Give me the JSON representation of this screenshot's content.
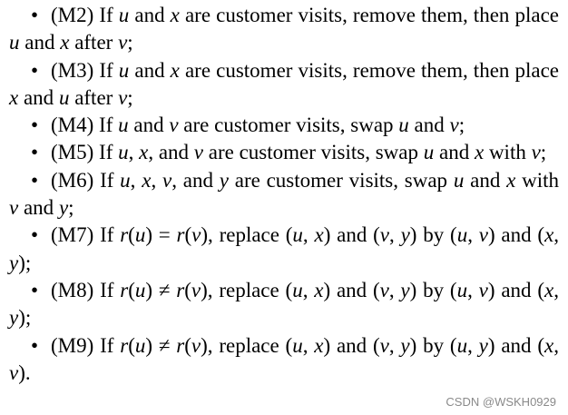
{
  "items": [
    {
      "tag": "(M2)",
      "parts": [
        {
          "t": " If "
        },
        {
          "m": "u"
        },
        {
          "t": " and "
        },
        {
          "m": "x"
        },
        {
          "t": " are customer visits, remove them, then place "
        },
        {
          "m": "u"
        },
        {
          "t": " and "
        },
        {
          "m": "x"
        },
        {
          "t": " after "
        },
        {
          "m": "v"
        },
        {
          "t": ";"
        }
      ]
    },
    {
      "tag": "(M3)",
      "parts": [
        {
          "t": " If "
        },
        {
          "m": "u"
        },
        {
          "t": " and "
        },
        {
          "m": "x"
        },
        {
          "t": " are customer visits, remove them, then place "
        },
        {
          "m": "x"
        },
        {
          "t": " and "
        },
        {
          "m": "u"
        },
        {
          "t": " after "
        },
        {
          "m": "v"
        },
        {
          "t": ";"
        }
      ]
    },
    {
      "tag": "(M4)",
      "parts": [
        {
          "t": " If "
        },
        {
          "m": "u"
        },
        {
          "t": " and "
        },
        {
          "m": "v"
        },
        {
          "t": " are customer visits, swap "
        },
        {
          "m": "u"
        },
        {
          "t": " and "
        },
        {
          "m": "v"
        },
        {
          "t": ";"
        }
      ]
    },
    {
      "tag": "(M5)",
      "parts": [
        {
          "t": " If "
        },
        {
          "m": "u"
        },
        {
          "t": ", "
        },
        {
          "m": "x"
        },
        {
          "t": ", and "
        },
        {
          "m": "v"
        },
        {
          "t": " are customer visits, swap "
        },
        {
          "m": "u"
        },
        {
          "t": " and "
        },
        {
          "m": "x"
        },
        {
          "t": " with "
        },
        {
          "m": "v"
        },
        {
          "t": ";"
        }
      ]
    },
    {
      "tag": "(M6)",
      "parts": [
        {
          "t": " If "
        },
        {
          "m": "u"
        },
        {
          "t": ", "
        },
        {
          "m": "x"
        },
        {
          "t": ", "
        },
        {
          "m": "v"
        },
        {
          "t": ", and "
        },
        {
          "m": "y"
        },
        {
          "t": " are customer visits, swap "
        },
        {
          "m": "u"
        },
        {
          "t": " and "
        },
        {
          "m": "x"
        },
        {
          "t": " with "
        },
        {
          "m": "v"
        },
        {
          "t": " and "
        },
        {
          "m": "y"
        },
        {
          "t": ";"
        }
      ]
    },
    {
      "tag": "(M7)",
      "parts": [
        {
          "t": " If "
        },
        {
          "m": "r"
        },
        {
          "t": "("
        },
        {
          "m": "u"
        },
        {
          "t": ") = "
        },
        {
          "m": "r"
        },
        {
          "t": "("
        },
        {
          "m": "v"
        },
        {
          "t": ")"
        },
        {
          "t": ", replace ("
        },
        {
          "m": "u"
        },
        {
          "t": ", "
        },
        {
          "m": "x"
        },
        {
          "t": ") and ("
        },
        {
          "m": "v"
        },
        {
          "t": ", "
        },
        {
          "m": "y"
        },
        {
          "t": ") by ("
        },
        {
          "m": "u"
        },
        {
          "t": ", "
        },
        {
          "m": "v"
        },
        {
          "t": ") and ("
        },
        {
          "m": "x"
        },
        {
          "t": ", "
        },
        {
          "m": "y"
        },
        {
          "t": ");"
        }
      ]
    },
    {
      "tag": "(M8)",
      "parts": [
        {
          "t": " If "
        },
        {
          "m": "r"
        },
        {
          "t": "("
        },
        {
          "m": "u"
        },
        {
          "t": ") ≠ "
        },
        {
          "m": "r"
        },
        {
          "t": "("
        },
        {
          "m": "v"
        },
        {
          "t": ")"
        },
        {
          "t": ", replace ("
        },
        {
          "m": "u"
        },
        {
          "t": ", "
        },
        {
          "m": "x"
        },
        {
          "t": ") and ("
        },
        {
          "m": "v"
        },
        {
          "t": ", "
        },
        {
          "m": "y"
        },
        {
          "t": ") by ("
        },
        {
          "m": "u"
        },
        {
          "t": ", "
        },
        {
          "m": "v"
        },
        {
          "t": ") and ("
        },
        {
          "m": "x"
        },
        {
          "t": ", "
        },
        {
          "m": "y"
        },
        {
          "t": ");"
        }
      ]
    },
    {
      "tag": "(M9)",
      "parts": [
        {
          "t": " If "
        },
        {
          "m": "r"
        },
        {
          "t": "("
        },
        {
          "m": "u"
        },
        {
          "t": ") ≠ "
        },
        {
          "m": "r"
        },
        {
          "t": "("
        },
        {
          "m": "v"
        },
        {
          "t": ")"
        },
        {
          "t": ", replace ("
        },
        {
          "m": "u"
        },
        {
          "t": ", "
        },
        {
          "m": "x"
        },
        {
          "t": ") and ("
        },
        {
          "m": "v"
        },
        {
          "t": ", "
        },
        {
          "m": "y"
        },
        {
          "t": ") by ("
        },
        {
          "m": "u"
        },
        {
          "t": ", "
        },
        {
          "m": "y"
        },
        {
          "t": ") and ("
        },
        {
          "m": "x"
        },
        {
          "t": ", "
        },
        {
          "m": "v"
        },
        {
          "t": ")."
        }
      ]
    }
  ],
  "bullet": "•",
  "watermark": "CSDN @WSKH0929",
  "colors": {
    "text": "#000000",
    "watermark": "#8a8a8a",
    "background": "#ffffff"
  }
}
